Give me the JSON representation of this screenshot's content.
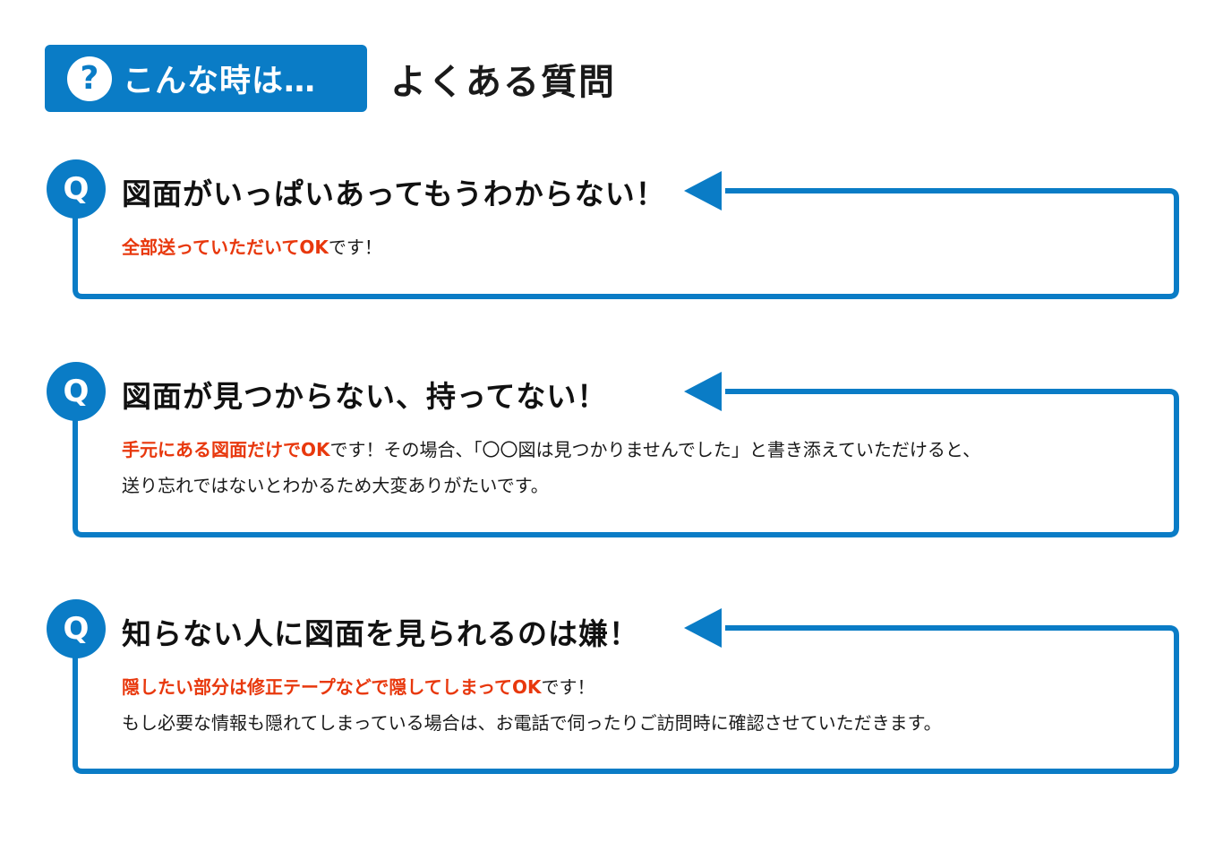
{
  "header": {
    "badge_icon": "?",
    "badge_text": "こんな時は…",
    "title": "よくある質問"
  },
  "colors": {
    "accent": "#0a7cc6",
    "highlight": "#e8380d",
    "text": "#1a1a1a"
  },
  "faq": [
    {
      "q_mark": "Q",
      "question": "図面がいっぱいあってもうわからない！",
      "answer_highlight": "全部送っていただいてOK",
      "answer_rest": "です！",
      "answer_line2": ""
    },
    {
      "q_mark": "Q",
      "question": "図面が見つからない、持ってない！",
      "answer_highlight": "手元にある図面だけでOK",
      "answer_rest": "です！その場合、「〇〇図は見つかりませんでした」と書き添えていただけると、",
      "answer_line2": "送り忘れではないとわかるため大変ありがたいです。"
    },
    {
      "q_mark": "Q",
      "question": "知らない人に図面を見られるのは嫌！",
      "answer_highlight": "隠したい部分は修正テープなどで隠してしまってOK",
      "answer_rest": "です！",
      "answer_line2": "もし必要な情報も隠れてしまっている場合は、お電話で伺ったりご訪問時に確認させていただきます。"
    }
  ]
}
